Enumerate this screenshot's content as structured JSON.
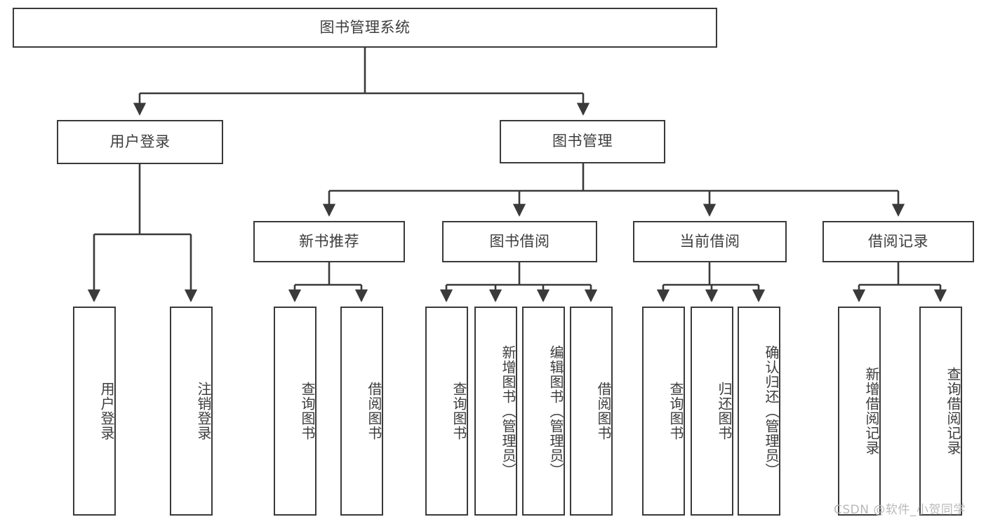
{
  "diagram": {
    "type": "tree-hierarchy",
    "title": "图书管理系统",
    "stroke_color": "#3a3a3a",
    "text_color": "#3d3d3d",
    "background_color": "#ffffff",
    "root": {
      "label": "图书管理系统"
    },
    "level2": [
      {
        "label": "用户登录"
      },
      {
        "label": "图书管理"
      }
    ],
    "level3": [
      {
        "label": "新书推荐"
      },
      {
        "label": "图书借阅"
      },
      {
        "label": "当前借阅"
      },
      {
        "label": "借阅记录"
      }
    ],
    "leaves": {
      "user_login": [
        {
          "label": "用户登录"
        },
        {
          "label": "注销登录"
        }
      ],
      "new_book_recommend": [
        {
          "label": "查询图书"
        },
        {
          "label": "借阅图书"
        }
      ],
      "book_borrow": [
        {
          "label": "查询图书"
        },
        {
          "label": "新增图书（管理员）"
        },
        {
          "label": "编辑图书（管理员）"
        },
        {
          "label": "借阅图书"
        }
      ],
      "current_borrow": [
        {
          "label": "查询图书"
        },
        {
          "label": "归还图书"
        },
        {
          "label": "确认归还（管理员）"
        }
      ],
      "borrow_record": [
        {
          "label": "新增借阅记录"
        },
        {
          "label": "查询借阅记录"
        }
      ]
    }
  },
  "watermark": {
    "text": "CSDN @软件_小贺同学"
  }
}
